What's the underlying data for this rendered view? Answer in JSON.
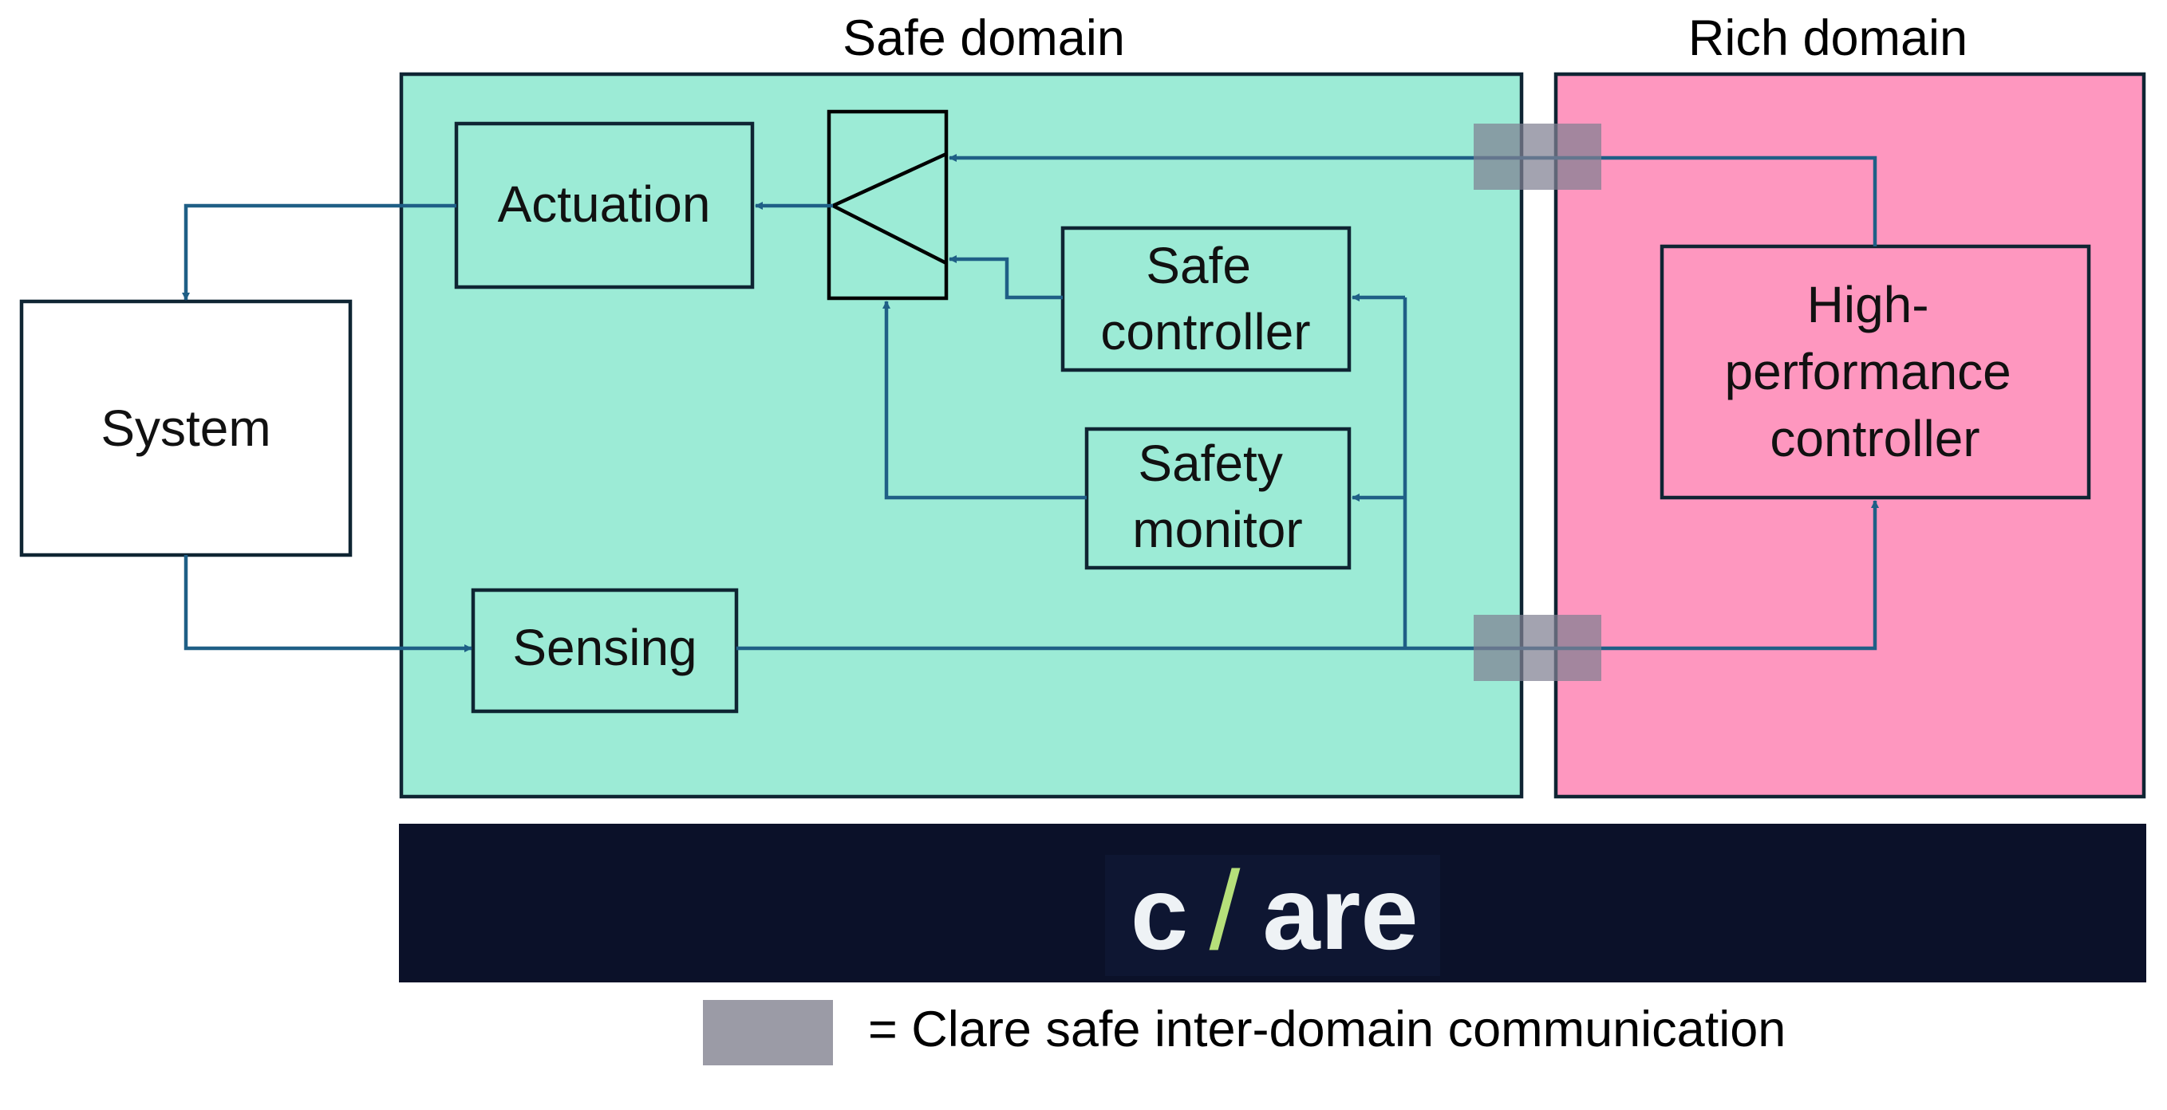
{
  "domains": {
    "safe": {
      "title": "Safe domain"
    },
    "rich": {
      "title": "Rich domain"
    }
  },
  "blocks": {
    "system": "System",
    "actuation": "Actuation",
    "sensing": "Sensing",
    "safe_controller": [
      "Safe",
      "controller"
    ],
    "safety_monitor": [
      "Safety",
      "monitor"
    ],
    "high_performance_controller": [
      "High-",
      "performance",
      "controller"
    ]
  },
  "platform": {
    "logo_text_left": "c",
    "logo_slash": "/",
    "logo_text_right": "are"
  },
  "legend": {
    "text": "= Clare safe inter-domain communication"
  },
  "colors": {
    "safe_domain": "#9cebd6",
    "rich_domain": "#fe97bf",
    "platform_bar": "#0b1129",
    "logo_text": "#eef2f5",
    "logo_slash": "#b6e07a",
    "connector": "#7f7f92",
    "wire": "#1f5f86",
    "border": "#0f2533"
  },
  "icons": {
    "switch": "selector-switch-icon",
    "connector": "inter-domain-connector-icon"
  }
}
